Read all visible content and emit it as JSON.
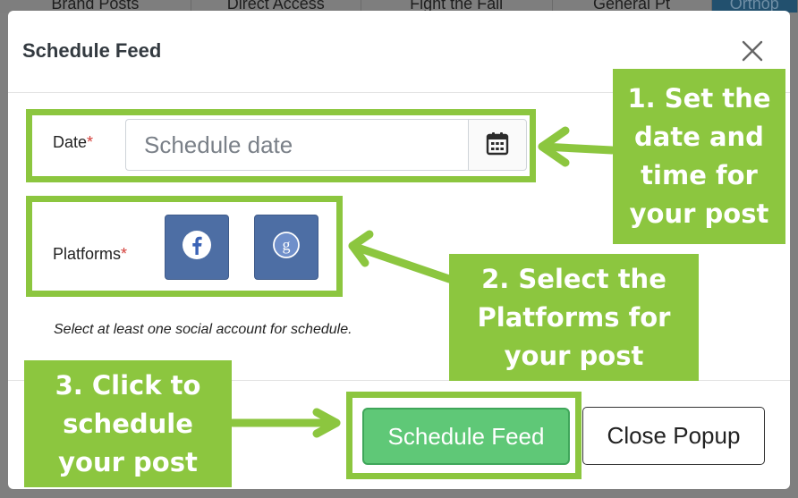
{
  "background_tabs": [
    "Brand Posts",
    "Direct Access",
    "Fight the Fall",
    "General Pt",
    "Orthop"
  ],
  "modal": {
    "title": "Schedule Feed",
    "date": {
      "label": "Date",
      "required_marker": "*",
      "placeholder": "Schedule date",
      "value": ""
    },
    "platforms": {
      "label": "Platforms",
      "required_marker": "*",
      "items": [
        {
          "name": "facebook",
          "icon": "facebook-icon"
        },
        {
          "name": "google",
          "icon": "google-plus-icon"
        }
      ]
    },
    "help_text": "Select at least one social account for schedule.",
    "buttons": {
      "schedule": "Schedule Feed",
      "close": "Close Popup"
    }
  },
  "annotations": {
    "step1": "1. Set the\ndate and\ntime for\nyour post",
    "step2": "2. Select the\nPlatforms for\nyour post",
    "step3": "3. Click to\nschedule\nyour post"
  },
  "colors": {
    "annotation_green": "#8cc63f",
    "schedule_button": "#5fc877",
    "platform_button": "#4d6ea4",
    "required": "#d43f3a"
  }
}
